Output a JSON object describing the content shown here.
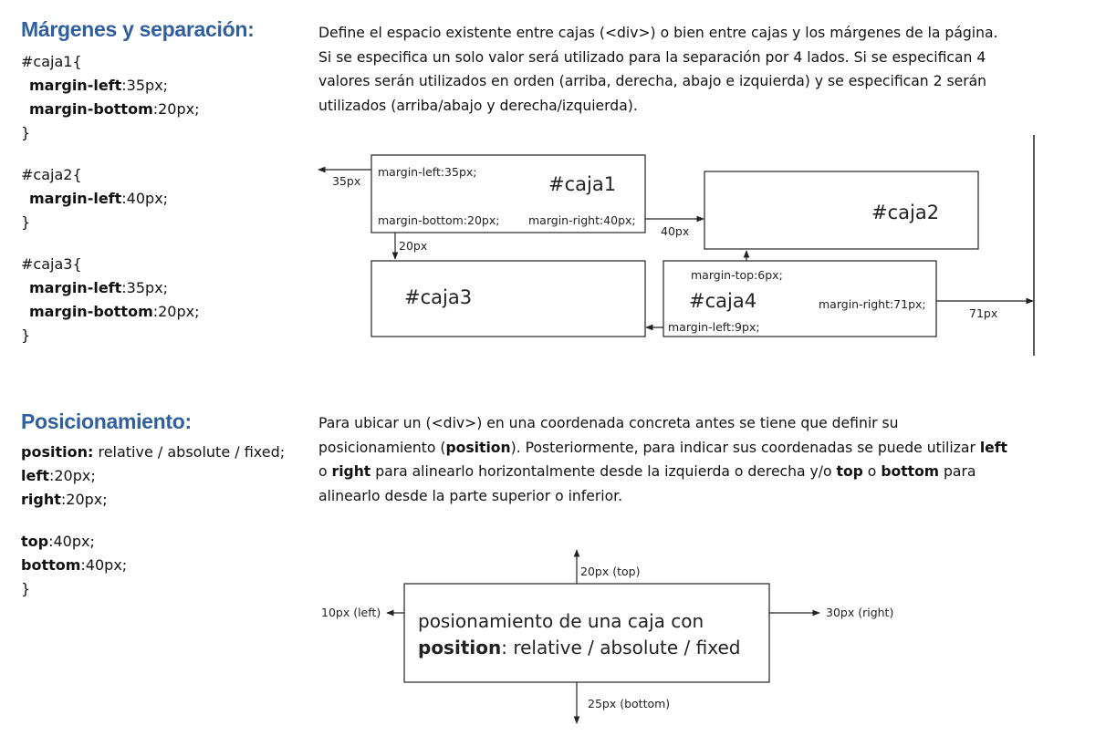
{
  "margins": {
    "heading": "Márgenes y separación:",
    "code": [
      {
        "selector": "#caja1{",
        "props": [
          [
            "margin-left",
            ":35px;"
          ],
          [
            "margin-bottom",
            ":20px;"
          ]
        ]
      },
      {
        "selector": "#caja2{",
        "props": [
          [
            "margin-left",
            ":40px;"
          ]
        ]
      },
      {
        "selector": "#caja3{",
        "props": [
          [
            "margin-left",
            ":35px;"
          ],
          [
            "margin-bottom",
            ":20px;"
          ]
        ]
      }
    ],
    "close_brace": "}",
    "description": [
      "Define el espacio existente entre cajas (<div>) o bien entre cajas y los márgenes de la página.",
      "Si se especifica un solo valor será utilizado para la separación por 4 lados. Si se especifican 4",
      "valores serán utilizados en orden (arriba, derecha, abajo e izquierda) y se especifican 2 serán",
      "utilizados (arriba/abajo y derecha/izquierda)."
    ],
    "diagram": {
      "caja1": "#caja1",
      "caja2": "#caja2",
      "caja3": "#caja3",
      "caja4": "#caja4",
      "c1_margin_left": "margin-left:35px;",
      "c1_margin_bottom": "margin-bottom:20px;",
      "c1_margin_right": "margin-right:40px;",
      "left_35": "35px",
      "gap_40": "40px",
      "gap_20": "20px",
      "c4_margin_top": "margin-top:6px;",
      "c4_margin_left": "margin-left:9px;",
      "c4_margin_right": "margin-right:71px;",
      "right_71": "71px"
    }
  },
  "positioning": {
    "heading": "Posicionamiento:",
    "code": {
      "position_key": "position:",
      "position_val": " relative / absolute / fixed;",
      "left_key": "left",
      "left_val": ":20px;",
      "right_key": "right",
      "right_val": ":20px;",
      "top_key": "top",
      "top_val": ":40px;",
      "bottom_key": "bottom",
      "bottom_val": ":40px;",
      "close": "}"
    },
    "description": {
      "line1": "Para ubicar un (<div>) en una coordenada concreta antes se tiene que definir su",
      "line2_a": "posicionamiento (",
      "line2_b": "position",
      "line2_c": "). Posteriormente, para indicar sus coordenadas se puede utilizar ",
      "line2_d": "left",
      "line3_a": "o ",
      "line3_b": "right",
      "line3_c": " para alinearlo horizontalmente desde la izquierda o derecha y/o ",
      "line3_d": "top",
      "line3_e": " o ",
      "line3_f": "bottom",
      "line3_g": " para",
      "line4": "alinearlo desde la parte superior o inferior."
    },
    "diagram": {
      "box_line1": "posionamiento de una caja con",
      "box_line2_bold": "position",
      "box_line2_rest": ": relative / absolute / fixed",
      "top_label": "20px (top)",
      "left_label": "10px (left)",
      "right_label": "30px (right)",
      "bottom_label": "25px (bottom)"
    }
  }
}
